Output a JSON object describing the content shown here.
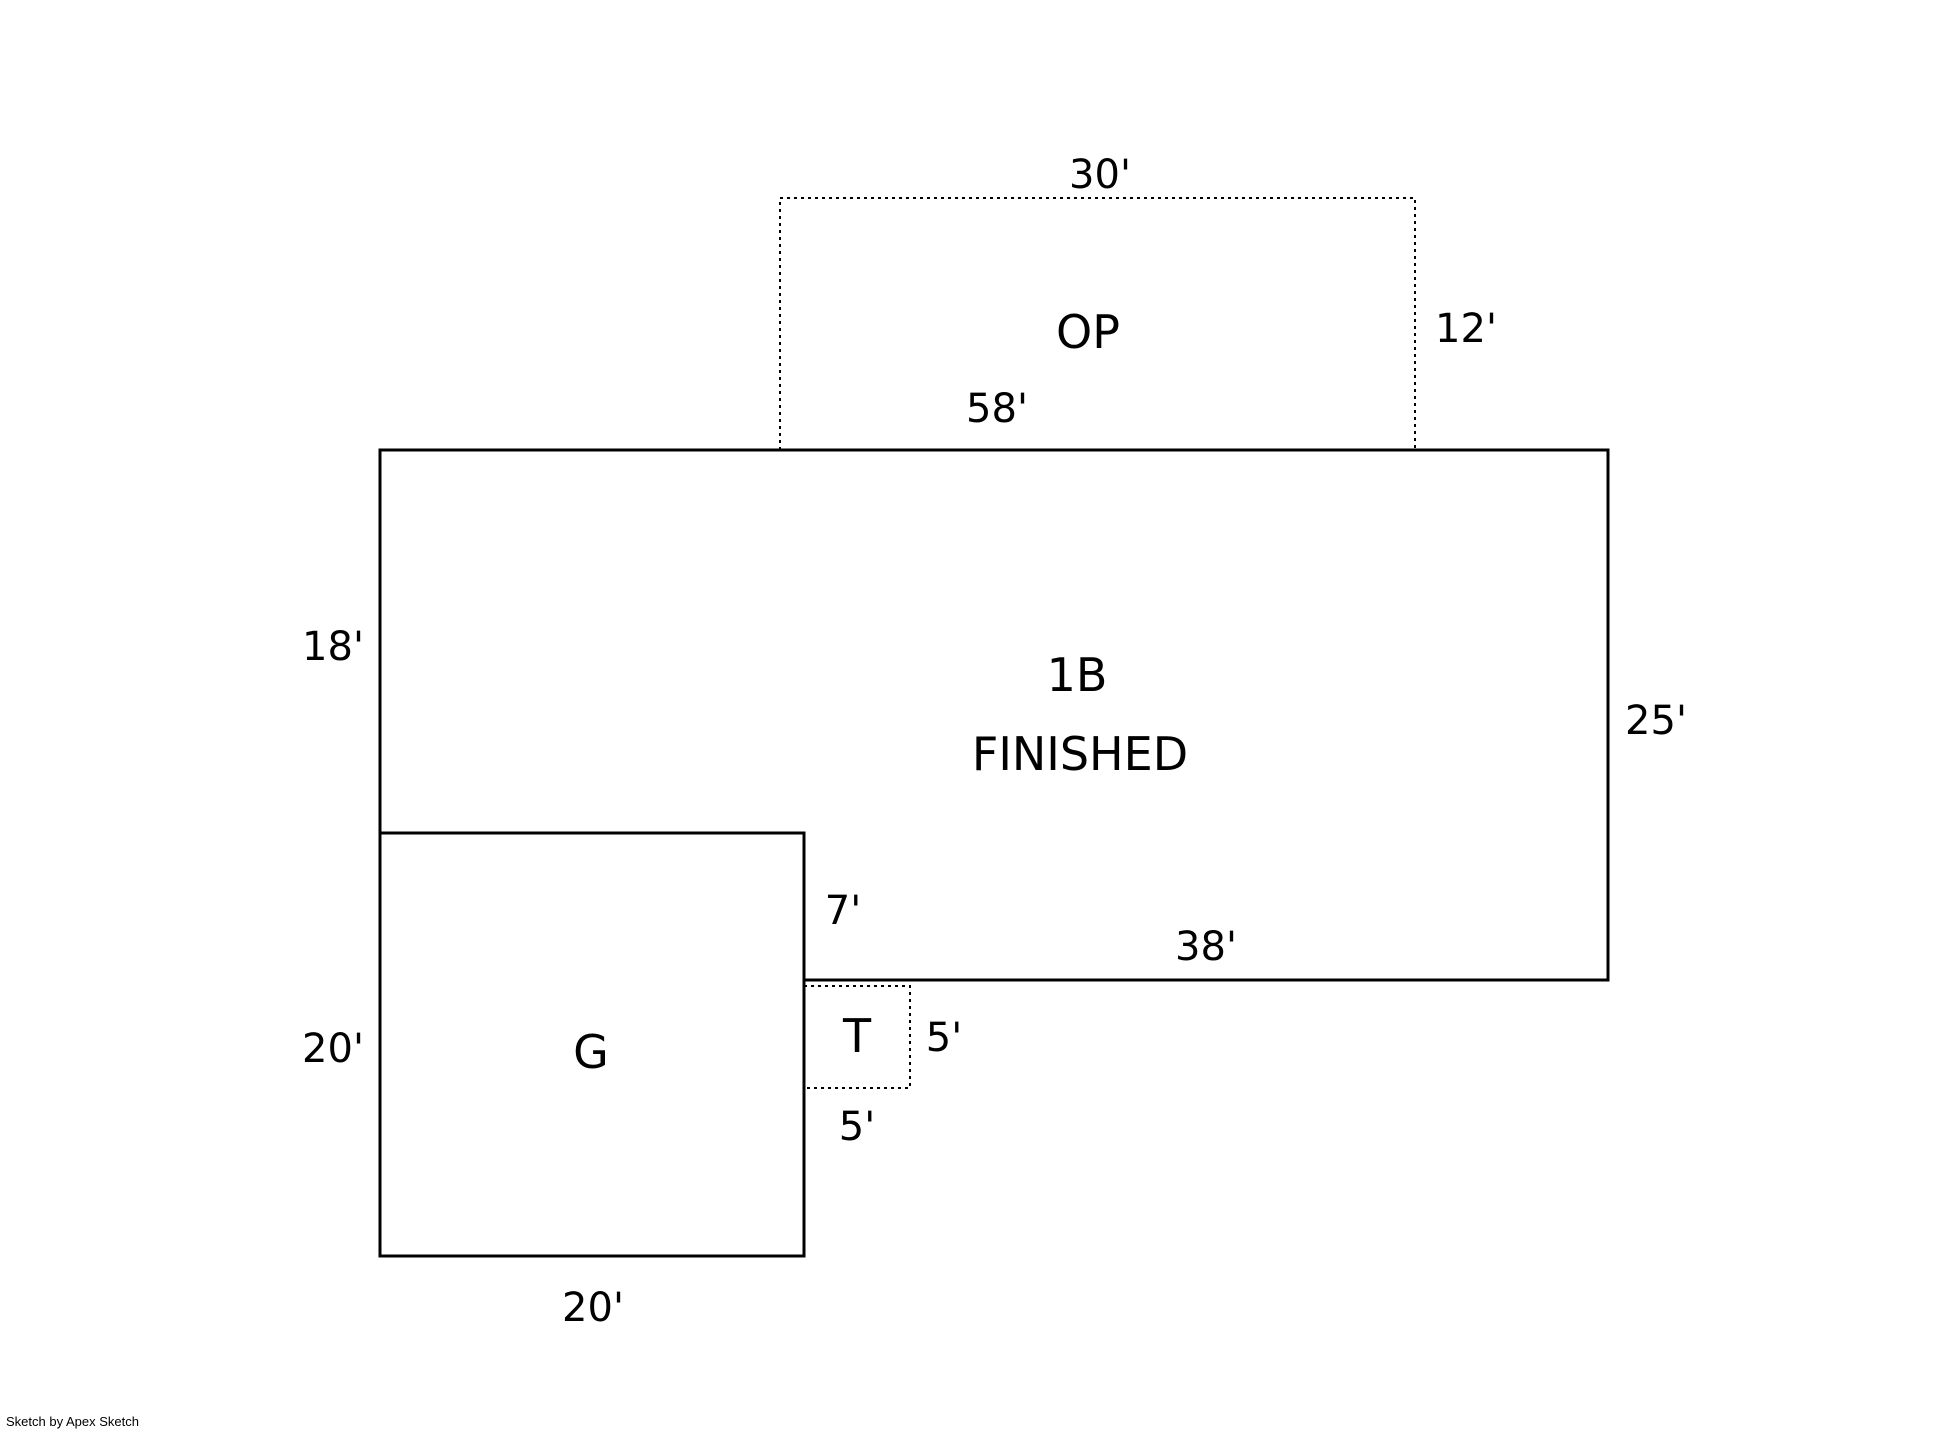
{
  "sketch": {
    "areas": {
      "porch_label": "OP",
      "main_label": "1B",
      "main_sublabel": "FINISHED",
      "garage_label": "G",
      "small_label": "T"
    },
    "dimensions": {
      "op_top": "30'",
      "op_right": "12'",
      "main_top": "58'",
      "main_left": "18'",
      "main_right": "25'",
      "step_vertical": "7'",
      "main_bottom": "38'",
      "garage_left": "20'",
      "garage_bottom": "20'",
      "small_right": "5'",
      "small_bottom": "5'"
    },
    "credit": "Sketch by Apex Sketch",
    "colors": {
      "line": "#000000",
      "background": "#ffffff"
    }
  }
}
